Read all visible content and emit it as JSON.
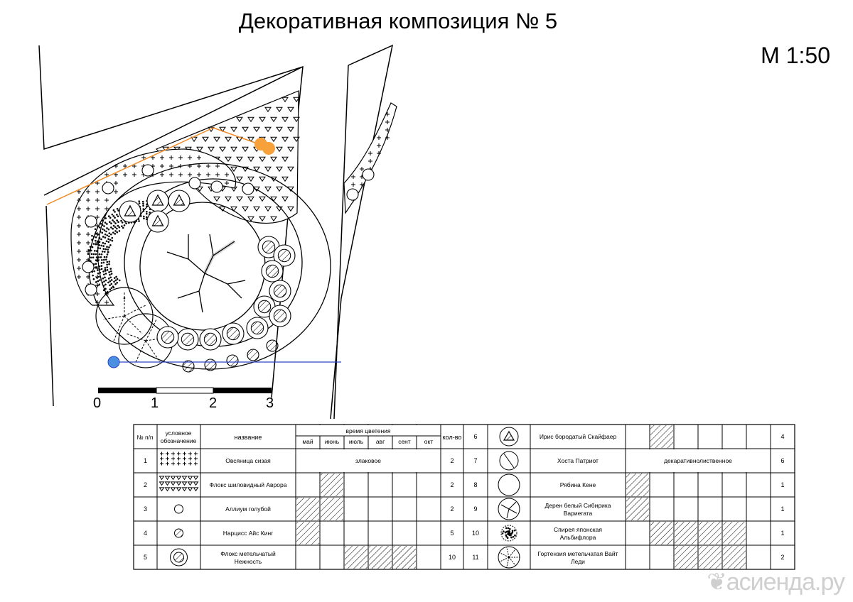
{
  "title": "Декоративная композиция № 5",
  "scale": "М 1:50",
  "scalebar": [
    "0",
    "1",
    "2",
    "3"
  ],
  "watermark": "асиенда.ру",
  "table": {
    "col_num": "№ п/п",
    "col_symbol": "условное обозначение",
    "col_name": "название",
    "col_bloom": "время цветения",
    "months": [
      "май",
      "июнь",
      "июль",
      "авг",
      "сент",
      "окт"
    ],
    "col_qty": "кол-во",
    "rows": [
      {
        "n": "1",
        "name": "Овсяница сизая",
        "note": "злаковое",
        "qty": "2",
        "bloom": [],
        "symbol": "fescue"
      },
      {
        "n": "2",
        "name": "Флокс шиловидный Аврора",
        "note": "",
        "qty": "2",
        "bloom": [
          1
        ],
        "symbol": "phlox-subulata"
      },
      {
        "n": "3",
        "name": "Аллиум голубой",
        "note": "",
        "qty": "2",
        "bloom": [
          0,
          1
        ],
        "symbol": "allium"
      },
      {
        "n": "4",
        "name": "Нарцисс Айс Кинг",
        "note": "",
        "qty": "5",
        "bloom": [
          0
        ],
        "symbol": "narcissus"
      },
      {
        "n": "5",
        "name": "Флокс метельчатый Нежность",
        "note": "",
        "qty": "10",
        "bloom": [
          2,
          3,
          4
        ],
        "symbol": "phlox-paniculata"
      },
      {
        "n": "6",
        "name": "Ирис бородатый Скайфаер",
        "note": "",
        "qty": "4",
        "bloom": [
          1
        ],
        "symbol": "iris"
      },
      {
        "n": "7",
        "name": "Хоста Патриот",
        "note": "декаративнолиственное",
        "qty": "6",
        "bloom": [],
        "symbol": "hosta"
      },
      {
        "n": "8",
        "name": "Рябина Кене",
        "note": "",
        "qty": "1",
        "bloom": [
          0
        ],
        "symbol": "rowan"
      },
      {
        "n": "9",
        "name": "Дерен белый Сибирика Вариегата",
        "note": "",
        "qty": "1",
        "bloom": [
          0
        ],
        "symbol": "cornus"
      },
      {
        "n": "10",
        "name": "Спирея японская Альбифлора",
        "note": "",
        "qty": "1",
        "bloom": [
          1,
          2,
          3,
          4
        ],
        "symbol": "spiraea"
      },
      {
        "n": "11",
        "name": "Гортензия метельчатая Вайт Леди",
        "note": "",
        "qty": "2",
        "bloom": [
          2,
          3,
          4
        ],
        "symbol": "hydrangea"
      }
    ]
  }
}
